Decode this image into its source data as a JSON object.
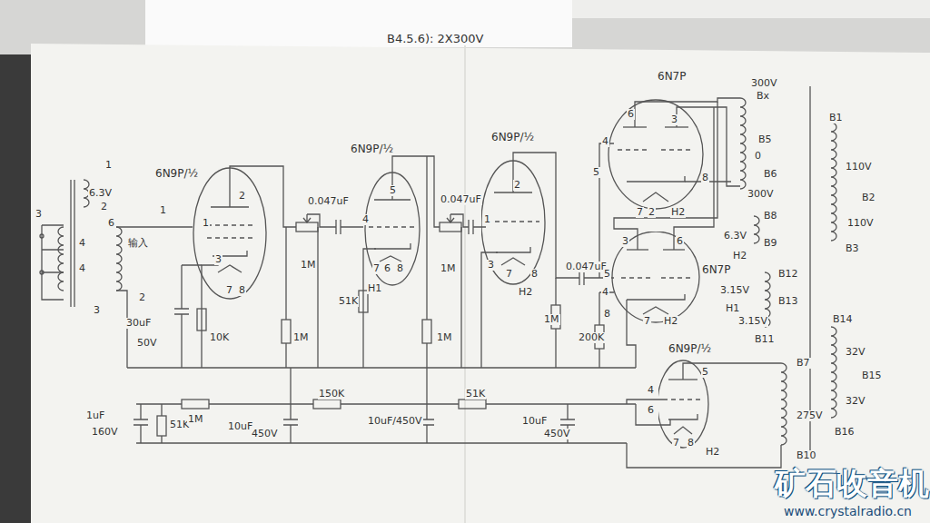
{
  "diagram": {
    "nodes": [
      {
        "text": [
          "6N9P/½"
        ]
      },
      {
        "text": [
          "6N9P/½"
        ]
      },
      {
        "text": [
          "6N9P/½"
        ]
      },
      {
        "text": [
          "6N7P"
        ]
      },
      {
        "text": [
          "6N7P"
        ]
      },
      {
        "text": [
          "6N9P/½"
        ]
      }
    ],
    "labels": [
      "B4.5.6): 2X300V",
      "1",
      "6.3V",
      "2",
      "3",
      "6",
      "4",
      "4",
      "3",
      "输入",
      "1",
      "2",
      "2",
      "1",
      "3",
      "7",
      "8",
      "30uF",
      "50V",
      "10K",
      "1M",
      "0.047uF",
      "1M",
      "5",
      "4",
      "7",
      "6",
      "8",
      "H1",
      "51K",
      "1M",
      "0.047uF",
      "1M",
      "2",
      "1",
      "3",
      "7",
      "8",
      "H2",
      "1M",
      "6",
      "3",
      "4",
      "5",
      "8",
      "7",
      "2",
      "H2",
      "0.047uF",
      "3",
      "6",
      "5",
      "4",
      "8",
      "7",
      "H2",
      "200K",
      "300V",
      "Bx",
      "B5",
      "0",
      "B6",
      "300V",
      "B8",
      "6.3V",
      "B9",
      "H2",
      "B12",
      "3.15V",
      "H1",
      "B13",
      "3.15V",
      "B11",
      "B1",
      "110V",
      "B2",
      "110V",
      "B3",
      "B14",
      "32V",
      "B15",
      "32V",
      "B16",
      "5",
      "4",
      "6",
      "7",
      "8",
      "H2",
      "B7",
      "275V",
      "B10",
      "1uF",
      "160V",
      "51K",
      "1M",
      "10uF",
      "450V",
      "150K",
      "10uF/450V",
      "51K",
      "10uF",
      "450V",
      "矿石收音机",
      "www.crystalradio.cn"
    ]
  }
}
